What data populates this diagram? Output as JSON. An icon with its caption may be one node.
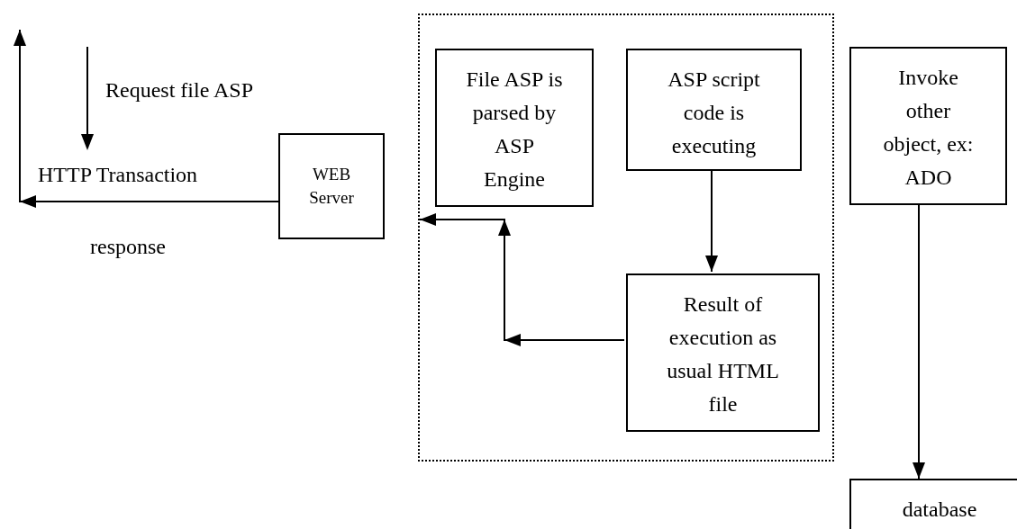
{
  "diagram": {
    "nodes": [
      {
        "text": [
          "WEB Server"
        ]
      },
      {
        "text": [],
        "shape": "box"
      },
      {
        "text": [
          "File ASP is parsed by ASP Engine"
        ],
        "in": 1
      },
      {
        "text": [
          "ASP script code is executing"
        ],
        "in": 1
      },
      {
        "text": [
          "Result of execution as usual HTML file"
        ],
        "in": 1
      },
      {
        "text": [
          "Invoke other object, ex: ADO"
        ]
      },
      {
        "text": [
          "database"
        ]
      }
    ],
    "edges": [
      {
        "from": 0,
        "to": null,
        "arrow": "to"
      },
      {
        "from": 3,
        "to": 4,
        "arrow": "to"
      },
      {
        "from": 4,
        "to": 1,
        "arrow": "to"
      },
      {
        "from": 5,
        "to": 6,
        "arrow": "to"
      }
    ],
    "labels": [
      "Request file ASP",
      "HTTP Transaction",
      "response"
    ]
  }
}
